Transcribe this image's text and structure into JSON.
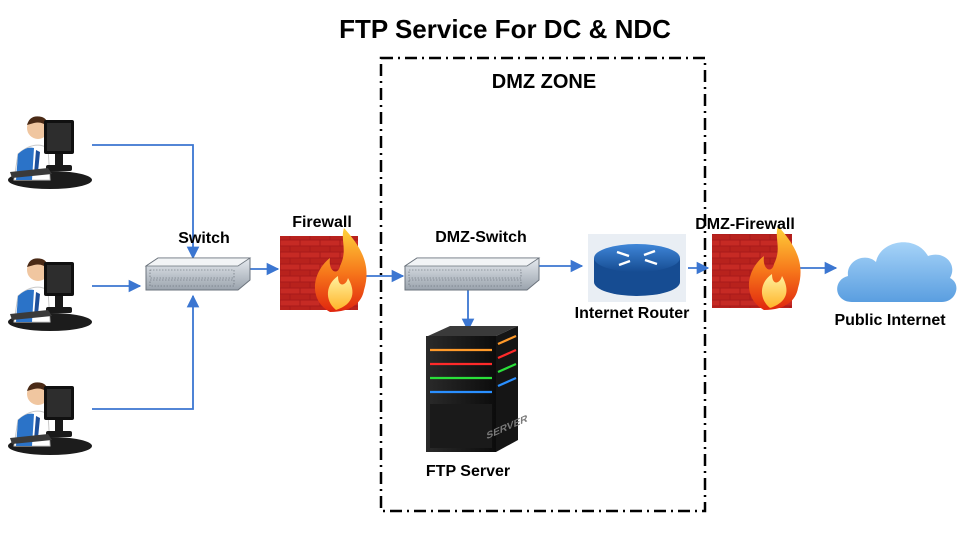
{
  "diagram": {
    "title": "FTP Service For DC & NDC",
    "zone_label": "DMZ ZONE",
    "nodes": {
      "switch": "Switch",
      "firewall": "Firewall",
      "dmz_switch": "DMZ-Switch",
      "internet_router": "Internet Router",
      "dmz_firewall": "DMZ-Firewall",
      "public_internet": "Public Internet",
      "ftp_server": "FTP Server",
      "server_badge": "SERVER"
    },
    "colors": {
      "connector": "#3b76d1",
      "router": "#1e5fb0",
      "brick": "#b01c1c",
      "cloud": "#7db8ee"
    },
    "icons": [
      "user-workstation-icon",
      "network-switch-icon",
      "firewall-icon",
      "router-icon",
      "server-icon",
      "cloud-icon"
    ]
  }
}
